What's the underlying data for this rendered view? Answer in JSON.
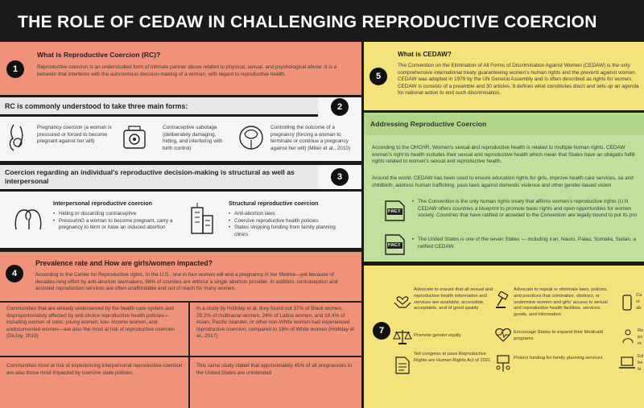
{
  "title": "THE ROLE OF CEDAW IN CHALLENGING REPRODUCTIVE COERCION",
  "s1": {
    "num": "1",
    "heading": "What is Reproductive Coercion (RC)?",
    "text": "Reproductive coercion is an understudied form of intimate partner abuse related to physical, sexual, and psychological abuse. It is a behavior that interferes with the autonomous decision-making of a woman, with regard to reproductive health."
  },
  "s2": {
    "num": "2",
    "heading": "RC is commonly understood to take three main forms:",
    "forms": [
      {
        "icon": "pregnant-woman-icon",
        "text": "Pregnancy coercion (a woman is pressured or forced to become pregnant against her will)"
      },
      {
        "icon": "contraceptive-pills-icon",
        "text": "Contraceptive sabotage (deliberately damaging, hiding, and interfering with birth control)"
      },
      {
        "icon": "womb-icon",
        "text": "Controlling the outcome of a pregnancy (forcing a woman to terminate or continue a pregnancy against her will) (Miller et al., 2010)"
      }
    ]
  },
  "s3": {
    "num": "3",
    "heading": "Coercion regarding an individual’s reproductive decision-making is structural as well as interpersonal",
    "interpersonal": {
      "heading": "Interpersonal reproductive coercion",
      "items": [
        "Hiding or discarding contraceptive",
        "PressurinG a woman to become pregnant, carry a pregnancy to term or have an induced abortion"
      ]
    },
    "structural": {
      "heading": "Structural reproductive coercion",
      "items": [
        "Anti-abortion laws",
        "Coercive reproductive health policies",
        "States stripping funding from family planning clinics"
      ]
    }
  },
  "s4": {
    "num": "4",
    "heading": "Prevalence rate and How are girls/women impacted?",
    "text": "According to the Center for Reproductive rights, In the U.S., one in four women will end a pregnancy in her lifetime—yet because of decades-long effort by anti-abortion lawmakers, 96% of counties are without a single abortion provider. In addition, contraception and assisted reproduction services are often unaffordable and out of reach for many women.",
    "left1": "Communities that are already underserved by the health care system and disproportionately affected by anti-choice reproductive health policies—including women of color, young women, low- income women, and undocumented women—are also the most at risk of reproductive coercion (DeJoy, 2019)",
    "right1": "In a study by Holliday et al, they found out 37% of Black women, 29.2% of multiracial women, 24% of Latina women, and 18.4% of Asian, Pacific Islander, or other non-White women had experienced reproductive coercion, compared to 18% of White women (Holliday et al., 2017)",
    "left2": "Communities most at risk of experiencing interpersonal reproductive coercion are also those most impacted by coercive state policies.",
    "right2": "This same study stated that approximately 45% of all pregnancies in the United States are unintended"
  },
  "s5": {
    "num": "5",
    "heading": "What is CEDAW?",
    "text": "The Convention on the Elimination of All Forms of Discrimination Against Women (CEDAW) is the only comprehensive international treaty guaranteeing women’s human rights and the preventi against women. CEDAW was adopted in 1979 by the UN General Assembly and is often described as rights for women. CEDAW is consists of a preamble and 30 articles. It defines what constitutes discri and sets up an agenda for national action to end such discrimination."
  },
  "s6": {
    "heading": "Addressing Reproductive Coercion",
    "p1": "According to the OHCHR, Women’s sexual and reproductive health is related to multiple human rights. CEDAW women’s right to health includes their sexual and reproductive health which mean that States have an obligatio fulfill rights related to women’s sexual and reproductive health.",
    "p2": "Around the world, CEDAW has been used to ensure education rights for girls, improve health care services, sa and childbirth, address human trafficking, pass laws against domestic violence and other gender-based violen",
    "fact_label": "FACT",
    "fact1": "The Convention is the only human rights treaty that affirms women’s reproductive rights (U.N CEDAW offers countries a blueprint to promote basic rights and open opportunities for women society. Countries that have ratified or acceded to the Convention are legally bound to put its pro",
    "fact2": "The United States is one of the seven States — including Iran, Nauru, Palau, Somalia, Sudan, a ratified CEDAW."
  },
  "s7": {
    "num": "7",
    "items": [
      {
        "icon": "hands-heart-icon",
        "text": "Advocate to ensure that all sexual and reproductive health information and services are available, accessible, acceptable, and of good quality"
      },
      {
        "icon": "gavel-icon",
        "text": "Advocate to repeal or eliminate laws, policies, and practices that criminalize, obstruct, or undermine women and girls’ access to sexual and reproductive health facilities, services, goods, and information"
      },
      {
        "icon": "scales-icon",
        "text": "Promote gender equity"
      },
      {
        "icon": "heart-rate-icon",
        "text": "Encourage States to expand their Medicaid programs"
      },
      {
        "icon": "document-icon",
        "text": "Tell congress to pass Reproductive Rights are Human Rights Act of 2021"
      },
      {
        "icon": "protest-icon",
        "text": "Protect funding for family planning services"
      }
    ],
    "partial": [
      {
        "icon": "phone-icon",
        "text": "Ca ur ab"
      },
      {
        "icon": "people-icon",
        "text": "Re po re"
      },
      {
        "icon": "laptop-icon",
        "text": "Ed he la"
      }
    ]
  }
}
